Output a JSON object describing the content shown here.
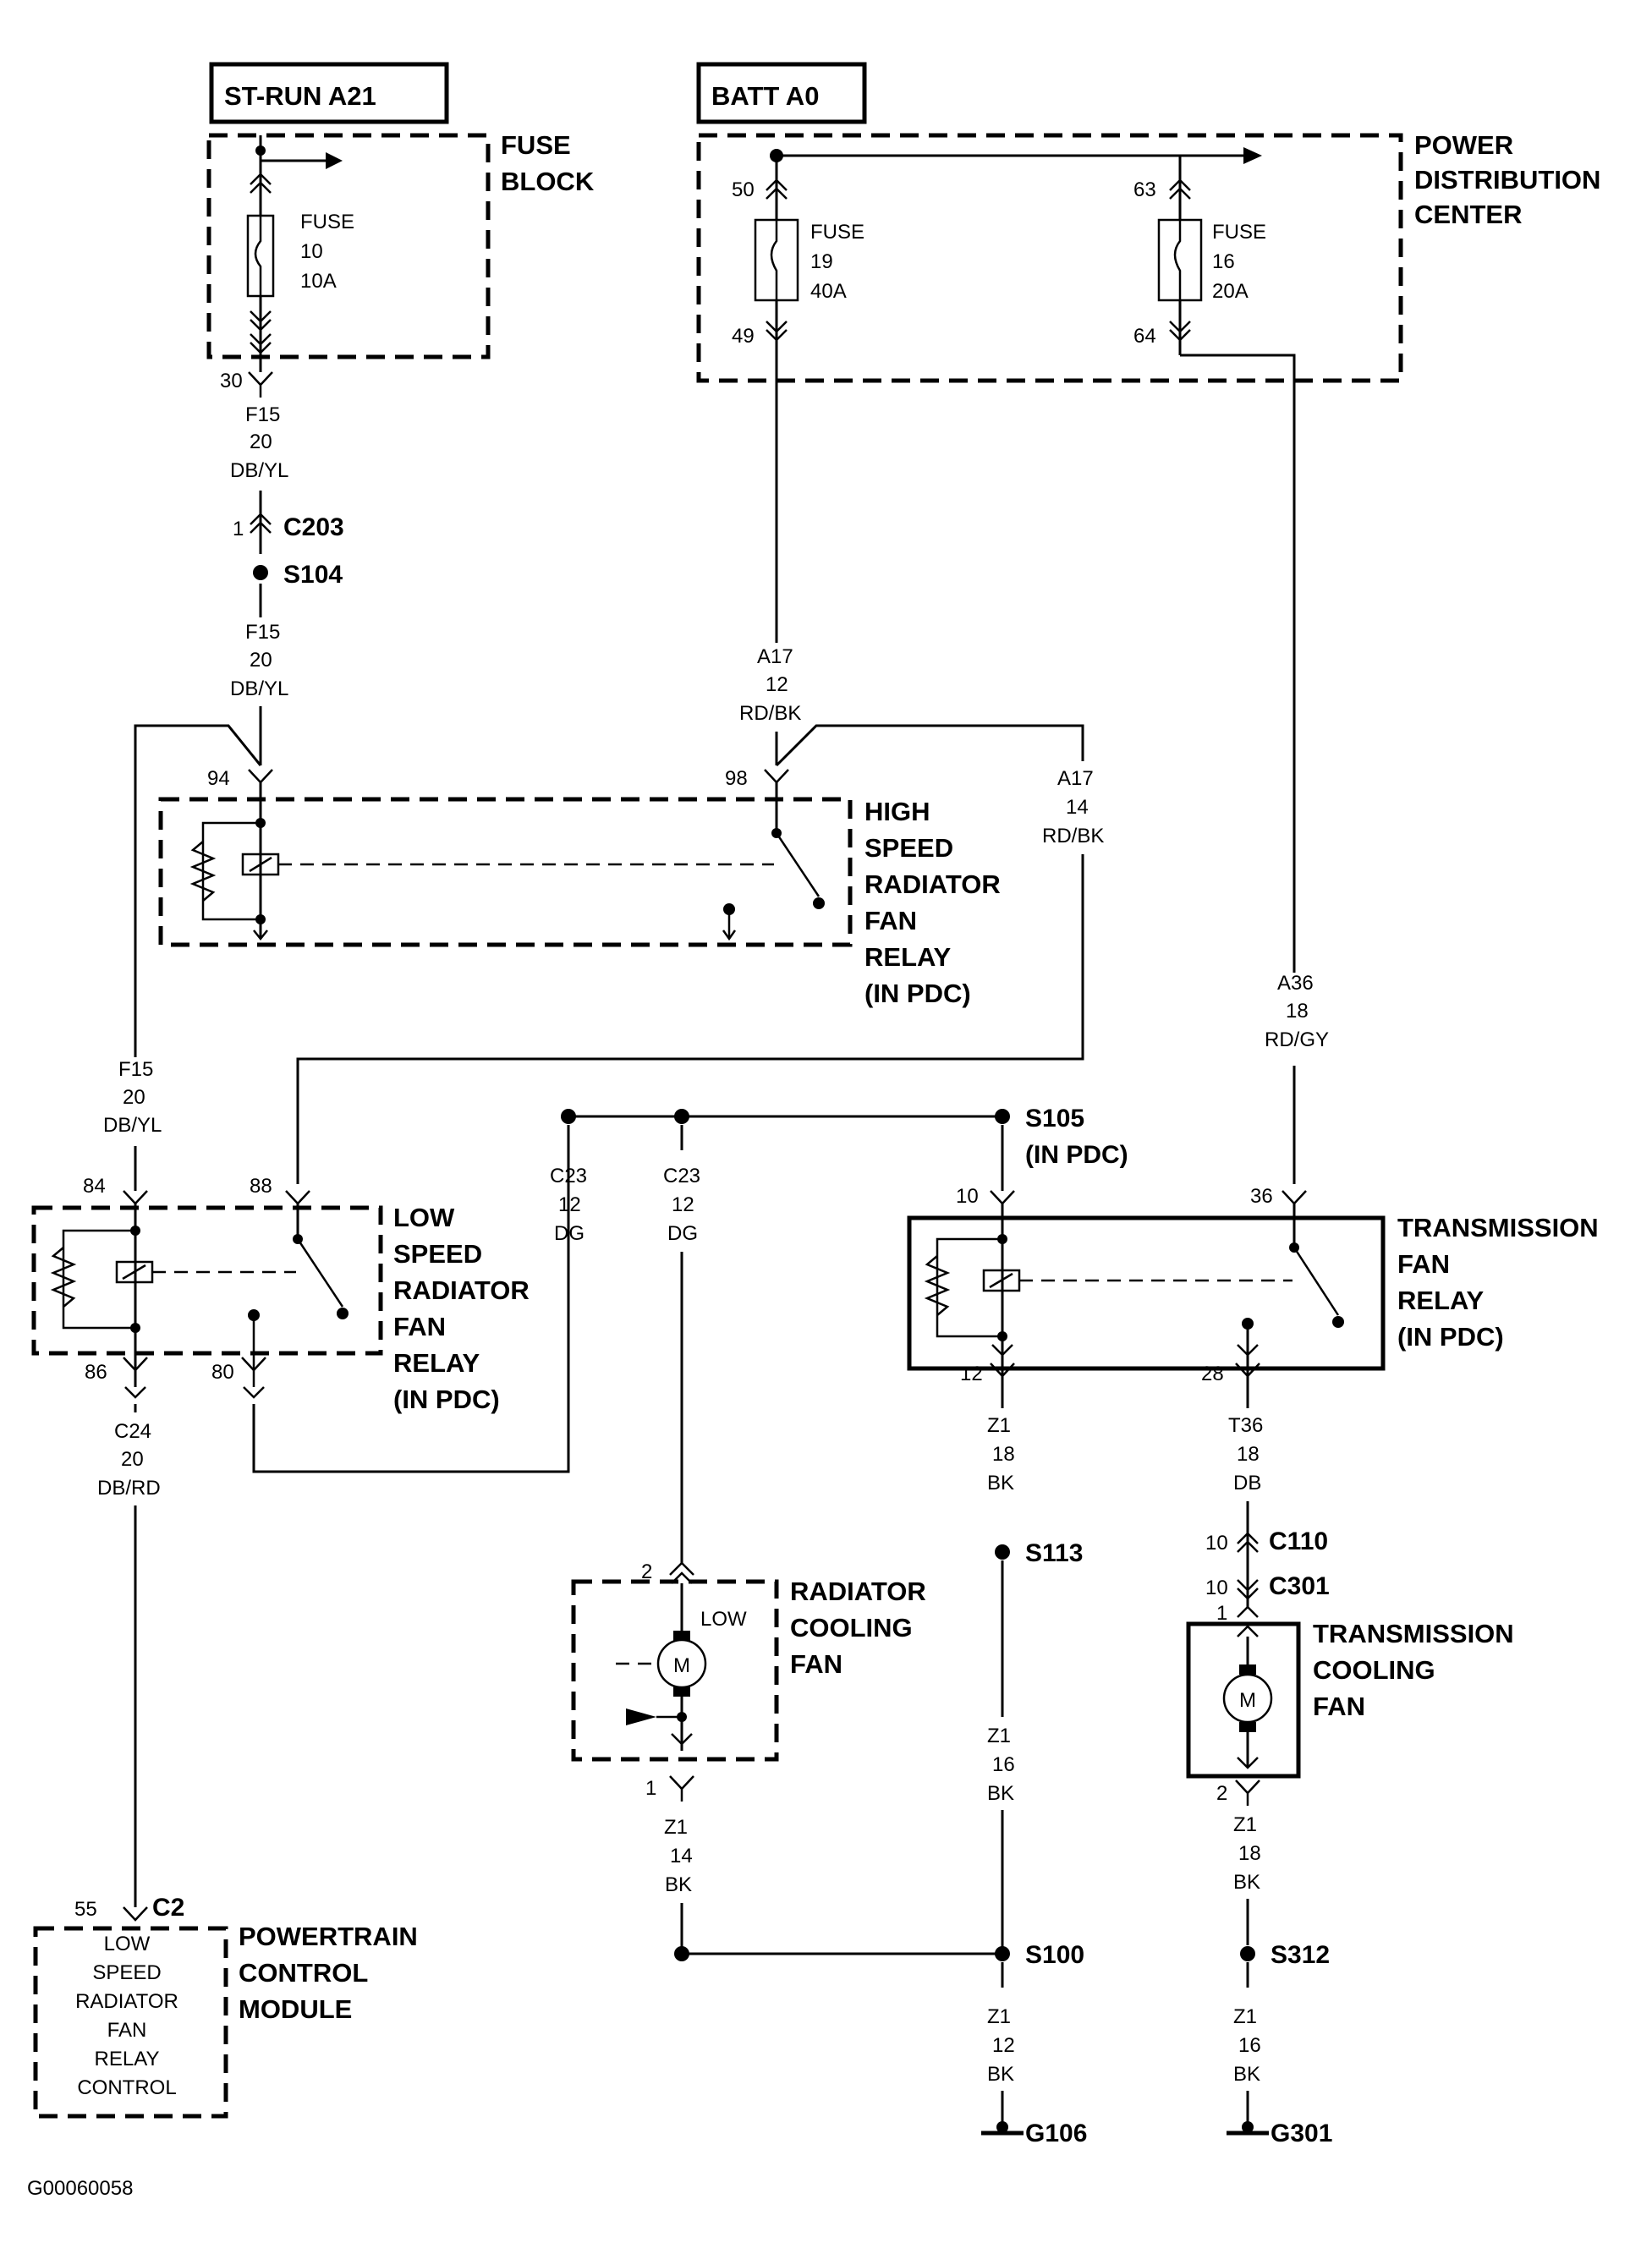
{
  "title_boxes": {
    "st_run": "ST-RUN A21",
    "batt": "BATT A0"
  },
  "fuse_block": {
    "label": [
      "FUSE",
      "BLOCK"
    ],
    "fuse": [
      "FUSE",
      "10",
      "10A"
    ],
    "pin_out": "30"
  },
  "pdc": {
    "label": [
      "POWER",
      "DISTRIBUTION",
      "CENTER"
    ],
    "fuse19": [
      "FUSE",
      "19",
      "40A"
    ],
    "fuse16": [
      "FUSE",
      "16",
      "20A"
    ],
    "pins": {
      "p50": "50",
      "p49": "49",
      "p63": "63",
      "p64": "64"
    }
  },
  "wires": {
    "f15_a": [
      "F15",
      "20",
      "DB/YL"
    ],
    "f15_b": [
      "F15",
      "20",
      "DB/YL"
    ],
    "f15_c": [
      "F15",
      "20",
      "DB/YL"
    ],
    "a17_12": [
      "A17",
      "12",
      "RD/BK"
    ],
    "a17_14": [
      "A17",
      "14",
      "RD/BK"
    ],
    "a36": [
      "A36",
      "18",
      "RD/GY"
    ],
    "c23_a": [
      "C23",
      "12",
      "DG"
    ],
    "c23_b": [
      "C23",
      "12",
      "DG"
    ],
    "c24": [
      "C24",
      "20",
      "DB/RD"
    ],
    "z1_18_a": [
      "Z1",
      "18",
      "BK"
    ],
    "z1_16_a": [
      "Z1",
      "16",
      "BK"
    ],
    "z1_14": [
      "Z1",
      "14",
      "BK"
    ],
    "z1_12": [
      "Z1",
      "12",
      "BK"
    ],
    "t36": [
      "T36",
      "18",
      "DB"
    ],
    "z1_18_b": [
      "Z1",
      "18",
      "BK"
    ],
    "z1_16_b": [
      "Z1",
      "16",
      "BK"
    ]
  },
  "connectors": {
    "c203": "C203",
    "c203_pin": "1",
    "c110": "C110",
    "c110_pin": "10",
    "c301": "C301",
    "c301_pin": "10",
    "c2": "C2",
    "c2_pin": "55"
  },
  "splices": {
    "s104": "S104",
    "s105": [
      "S105",
      "(IN PDC)"
    ],
    "s113": "S113",
    "s100": "S100",
    "s312": "S312"
  },
  "grounds": {
    "g106": "G106",
    "g301": "G301"
  },
  "high_relay": {
    "label": [
      "HIGH",
      "SPEED",
      "RADIATOR",
      "FAN",
      "RELAY",
      "(IN PDC)"
    ],
    "pin94": "94",
    "pin98": "98"
  },
  "low_relay": {
    "label": [
      "LOW",
      "SPEED",
      "RADIATOR",
      "FAN",
      "RELAY",
      "(IN PDC)"
    ],
    "pin84": "84",
    "pin88": "88",
    "pin86": "86",
    "pin80": "80"
  },
  "trans_relay": {
    "label": [
      "TRANSMISSION",
      "FAN",
      "RELAY",
      "(IN PDC)"
    ],
    "pin10": "10",
    "pin36": "36",
    "pin12": "12",
    "pin28": "28"
  },
  "rad_fan": {
    "label": [
      "RADIATOR",
      "COOLING",
      "FAN"
    ],
    "low": "LOW",
    "motor": "M",
    "pin2": "2",
    "pin1": "1"
  },
  "trans_fan": {
    "label": [
      "TRANSMISSION",
      "COOLING",
      "FAN"
    ],
    "motor": "M",
    "pin1": "1",
    "pin2": "2"
  },
  "pcm": {
    "label": [
      "POWERTRAIN",
      "CONTROL",
      "MODULE"
    ],
    "box": [
      "LOW",
      "SPEED",
      "RADIATOR",
      "FAN",
      "RELAY",
      "CONTROL"
    ]
  },
  "figure_id": "G00060058"
}
